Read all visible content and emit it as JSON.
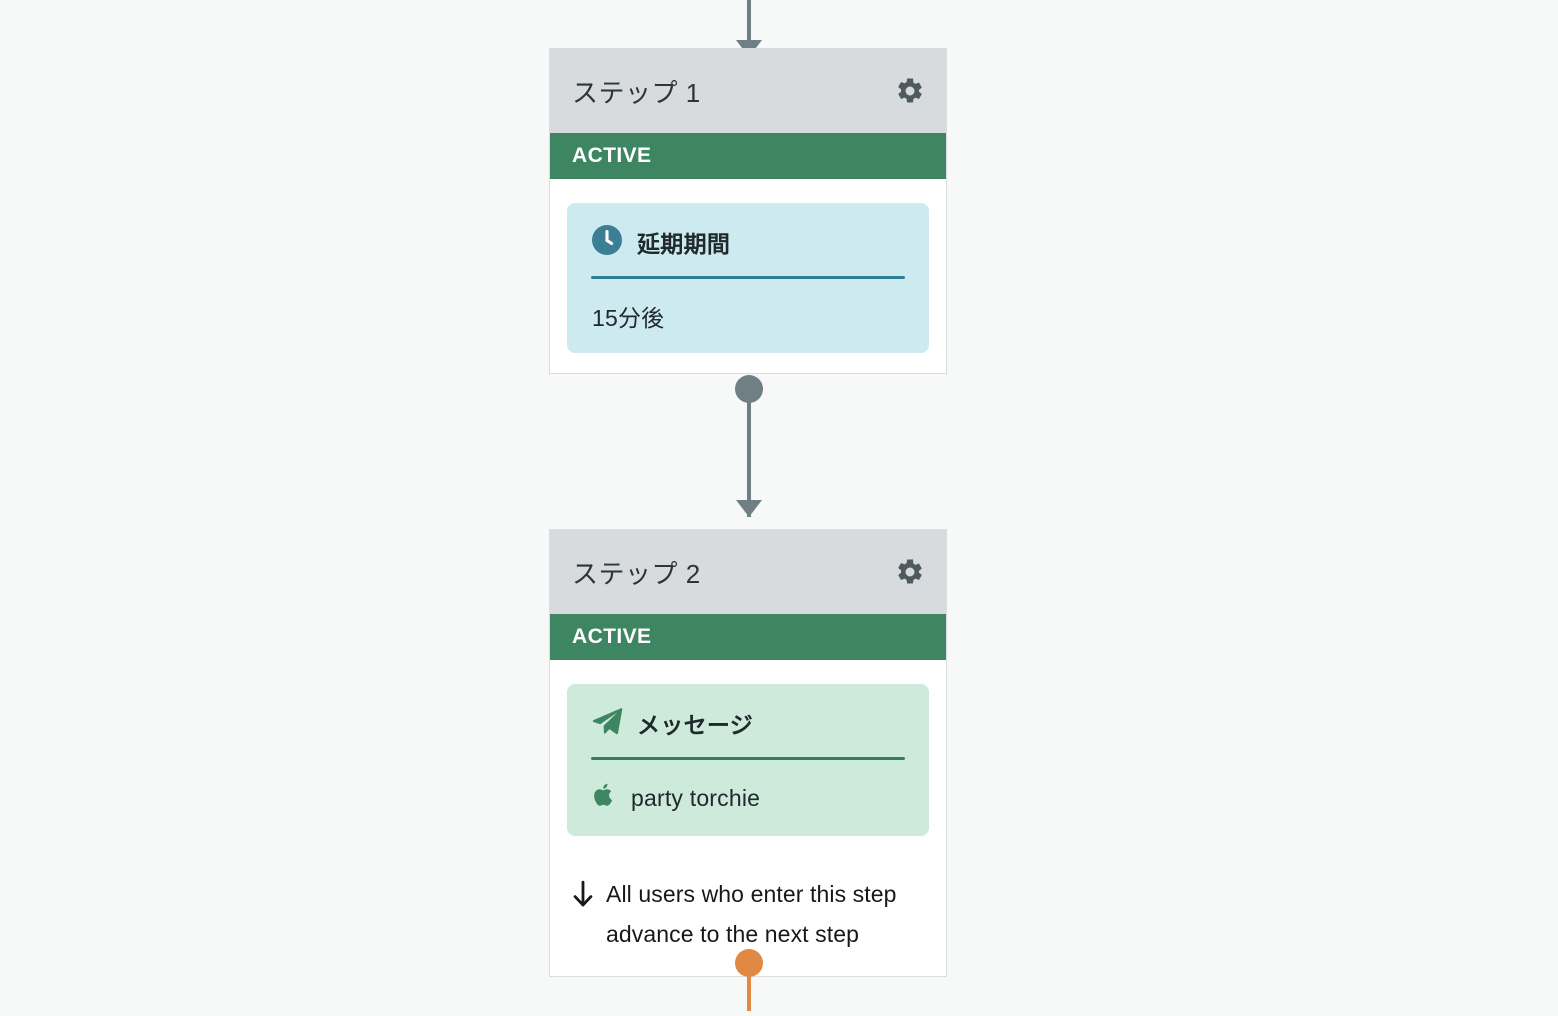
{
  "canvas": {
    "background_color": "#f7f8f8"
  },
  "connectors": [
    {
      "id": "conn-top",
      "name": "incoming-connector",
      "color": "#6f7f84",
      "has_dot": false,
      "has_arrow": true
    },
    {
      "id": "conn-mid",
      "name": "connector-step1-to-step2",
      "color": "#6f7f84",
      "has_dot": true,
      "has_arrow": true
    },
    {
      "id": "conn-bottom",
      "name": "outgoing-connector",
      "color": "#e18842",
      "has_dot": true,
      "has_arrow": false
    }
  ],
  "steps": [
    {
      "title": "ステップ 1",
      "settings_icon": "gear-icon",
      "status": "ACTIVE",
      "status_color": "#3e8662",
      "header_color": "#d7dbdd",
      "panel": {
        "theme": "teal",
        "icon": "clock-icon",
        "icon_color": "#3a7f94",
        "label": "延期期間",
        "value": "15分後",
        "value_icon": null,
        "background_color": "#cdeaf0",
        "divider_color": "#2f7e94"
      },
      "note": null
    },
    {
      "title": "ステップ 2",
      "settings_icon": "gear-icon",
      "status": "ACTIVE",
      "status_color": "#3e8662",
      "header_color": "#d7dbdd",
      "panel": {
        "theme": "green",
        "icon": "paper-plane-icon",
        "icon_color": "#3e8662",
        "label": "メッセージ",
        "value": "party torchie",
        "value_icon": "apple-logo-icon",
        "background_color": "#cdeadb",
        "divider_color": "#35805a"
      },
      "note": {
        "icon": "arrow-down-icon",
        "text": "All users who enter this step advance to the next step"
      }
    }
  ]
}
